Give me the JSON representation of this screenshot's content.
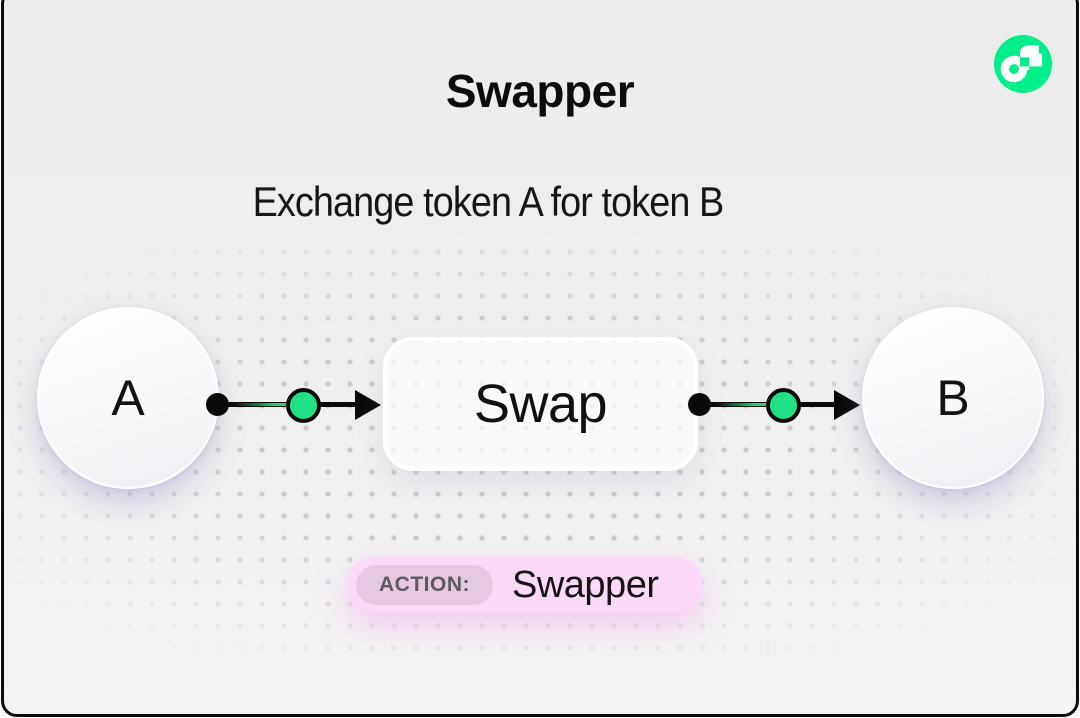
{
  "header": {
    "title": "Swapper",
    "subtitle": "Exchange token A for token B"
  },
  "diagram": {
    "token_a": "A",
    "token_b": "B",
    "swap_box": "Swap"
  },
  "badge": {
    "label": "ACTION:",
    "value": "Swapper"
  },
  "logo": {
    "icon": "flow-logo"
  },
  "colors": {
    "flow_green": "#00EF8B",
    "connector_green": "#20DF84",
    "badge_bg": "#FBD9F7",
    "badge_label_bg": "#E6C9E1",
    "frame_border": "#0D0D0D",
    "canvas_bg": "#EFEFEF"
  }
}
